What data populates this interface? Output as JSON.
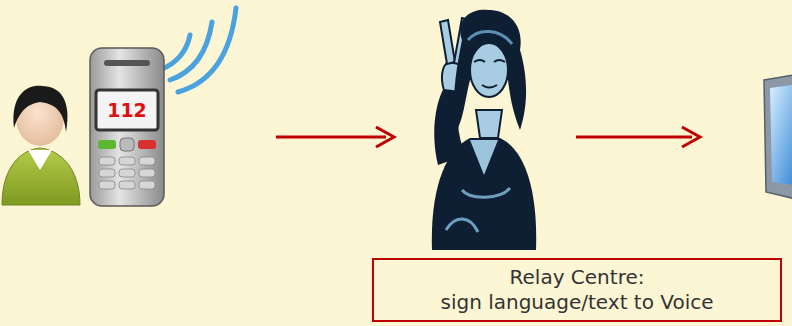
{
  "diagram": {
    "nodes": [
      {
        "text": [
          "Relay Centre:",
          "sign language/text to Voice"
        ]
      }
    ],
    "labels": [
      "112"
    ]
  }
}
